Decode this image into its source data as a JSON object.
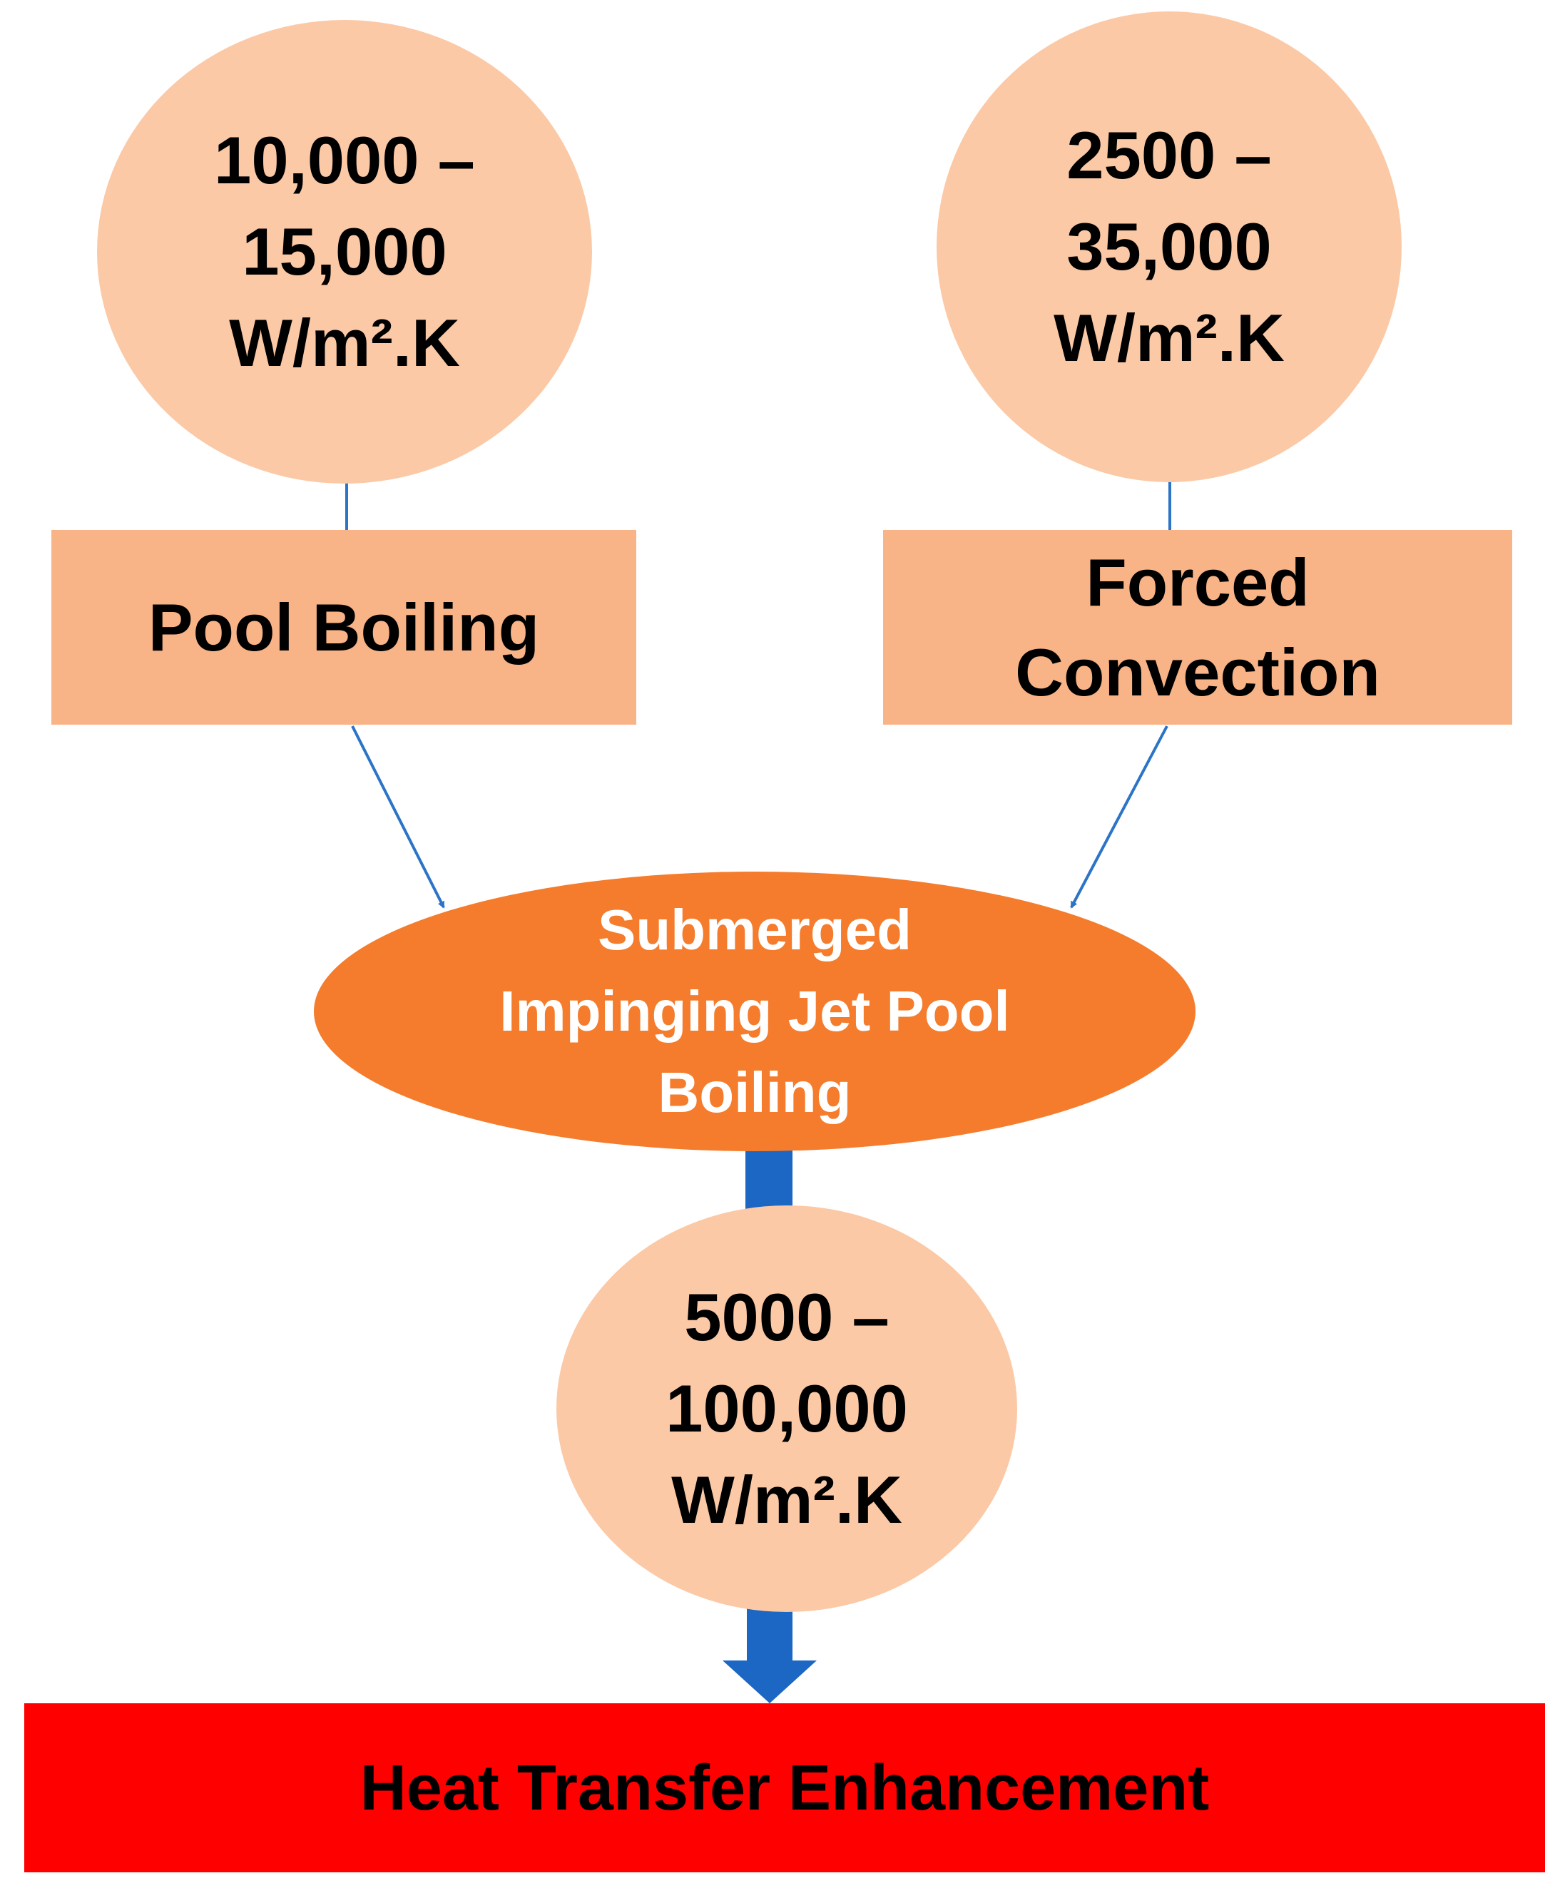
{
  "colors": {
    "circle_fill": "#fbc9a6",
    "box_fill": "#f8b386",
    "ellipse_fill": "#f47c2c",
    "ellipse_text": "#ffffff",
    "banner_fill": "#fe0000",
    "connector": "#2b74c6",
    "thick_arrow": "#1b67c3"
  },
  "pool_boiling": {
    "htc_line1": "10,000 –",
    "htc_line2": "15,000",
    "htc_unit": "W/m².K",
    "label": "Pool Boiling"
  },
  "forced_convection": {
    "htc_line1": "2500 –",
    "htc_line2": "35,000",
    "htc_unit": "W/m².K",
    "label_line1": "Forced",
    "label_line2": "Convection"
  },
  "jet_boiling": {
    "label_line1": "Submerged",
    "label_line2": "Impinging Jet Pool",
    "label_line3": "Boiling",
    "htc_line1": "5000 –",
    "htc_line2": "100,000",
    "htc_unit": "W/m².K"
  },
  "outcome": {
    "label": "Heat Transfer Enhancement"
  }
}
